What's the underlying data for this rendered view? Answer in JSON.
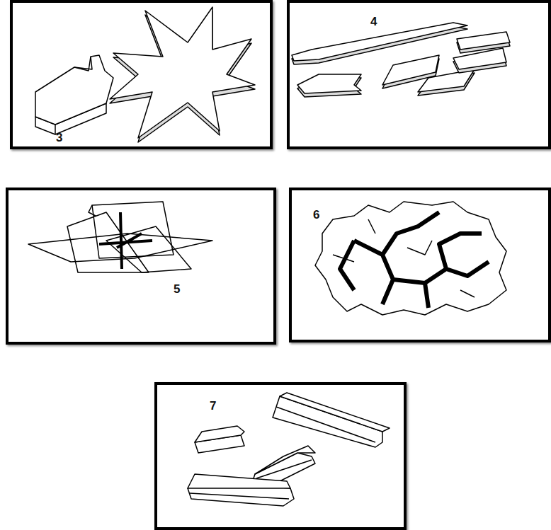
{
  "diagram": {
    "nodes": [
      {
        "text": [
          "3"
        ]
      },
      {
        "text": [
          "4"
        ]
      },
      {
        "text": [
          "5"
        ]
      },
      {
        "text": [
          "6"
        ]
      },
      {
        "text": [
          "7"
        ]
      }
    ]
  }
}
